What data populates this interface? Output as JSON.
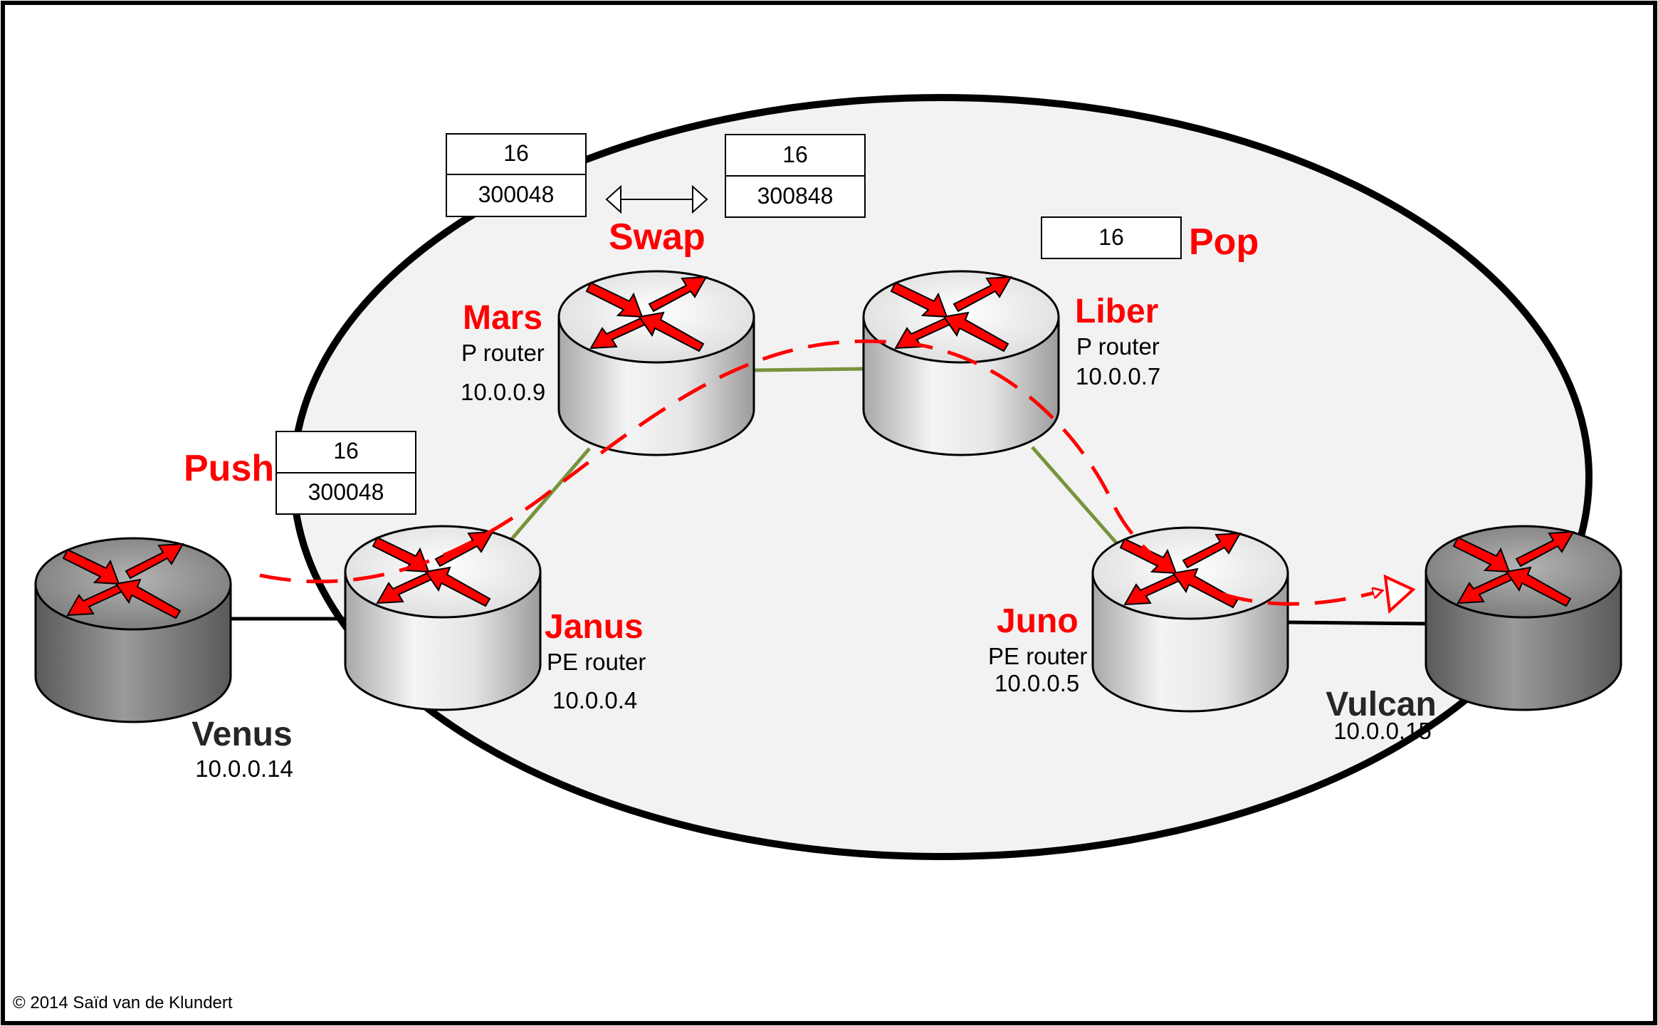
{
  "colors": {
    "accent": "#ff0000",
    "link": "#77933c",
    "cloud": "#f2f2f2",
    "frame": "#000000"
  },
  "icons": {
    "router": "router-icon"
  },
  "operations": {
    "push": "Push",
    "swap": "Swap",
    "pop": "Pop"
  },
  "routers": {
    "venus": {
      "name": "Venus",
      "role": "",
      "ip": "10.0.0.14"
    },
    "janus": {
      "name": "Janus",
      "role": "PE router",
      "ip": "10.0.0.4"
    },
    "mars": {
      "name": "Mars",
      "role": "P router",
      "ip": "10.0.0.9"
    },
    "liber": {
      "name": "Liber",
      "role": "P router",
      "ip": "10.0.0.7"
    },
    "juno": {
      "name": "Juno",
      "role": "PE router",
      "ip": "10.0.0.5"
    },
    "vulcan": {
      "name": "Vulcan",
      "role": "",
      "ip": "10.0.0.15"
    }
  },
  "labels": {
    "push": [
      "16",
      "300048"
    ],
    "swap_in": [
      "16",
      "300048"
    ],
    "swap_out": [
      "16",
      "300848"
    ],
    "pop": [
      "16"
    ]
  },
  "copyright": "© 2014 Saïd van de Klundert"
}
